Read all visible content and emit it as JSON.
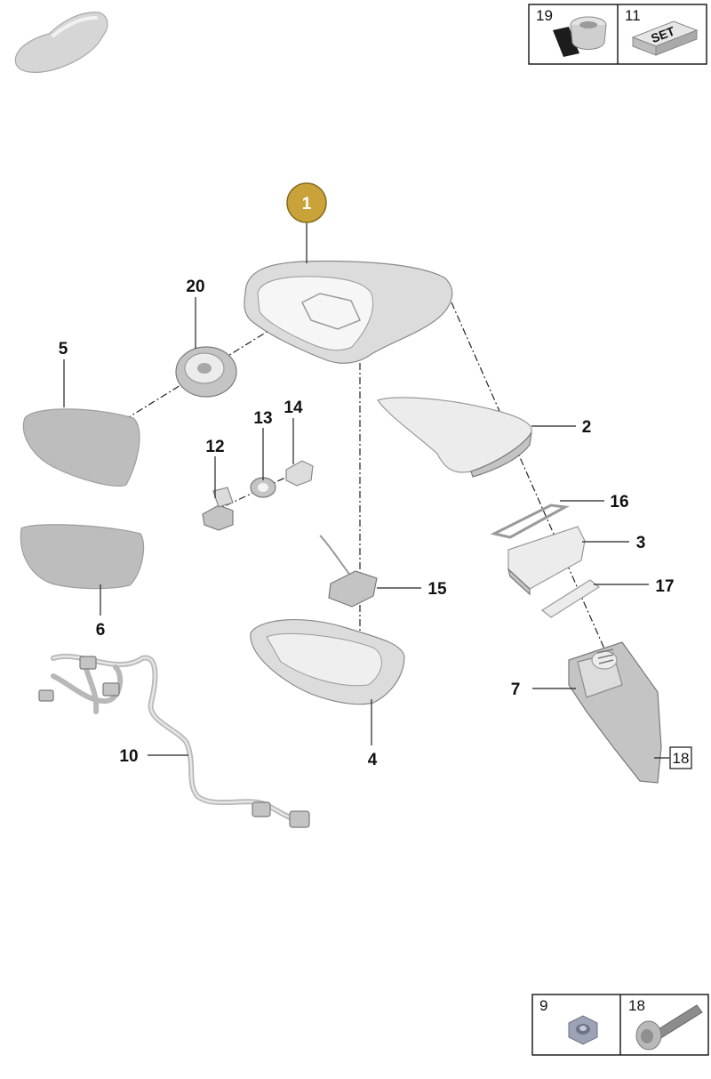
{
  "callouts": {
    "main": "1",
    "p2": "2",
    "p3": "3",
    "p4": "4",
    "p5": "5",
    "p6": "6",
    "p7": "7",
    "p10": "10",
    "p12": "12",
    "p13": "13",
    "p14": "14",
    "p15": "15",
    "p16": "16",
    "p17": "17",
    "p18": "18",
    "p20": "20"
  },
  "inset_top": {
    "cell_a": "19",
    "cell_b": "11",
    "set_text": "SET"
  },
  "inset_bottom": {
    "cell_a": "9",
    "cell_b": "18"
  },
  "colors": {
    "main_callout": "#c9a33a",
    "part_fill": "#dcdcdc",
    "glass_fill": "#bdbdbd"
  }
}
